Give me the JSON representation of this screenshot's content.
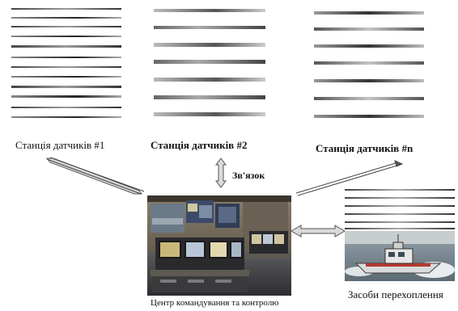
{
  "stations": [
    {
      "label": "Станція датчиків #1"
    },
    {
      "label": "Станція датчиків #2"
    },
    {
      "label": "Станція датчиків #n"
    }
  ],
  "link_label": "Зв'язок",
  "command_center": {
    "label": "Центр командування та контролю"
  },
  "interception": {
    "label": "Засоби перехоплення"
  },
  "colors": {
    "arrow_fill": "#d9d9d9",
    "arrow_stroke": "#555555",
    "stripe_dark": "#2b2b2b",
    "stripe_light": "#bfbfbf"
  }
}
